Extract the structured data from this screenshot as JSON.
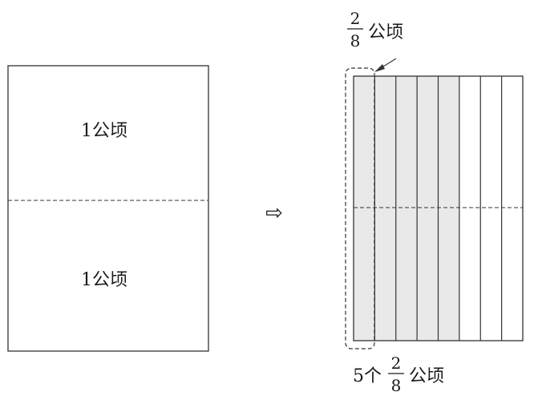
{
  "left_rect": {
    "top_label": "1公顷",
    "bottom_label": "1公顷"
  },
  "arrow_symbol": "⇨",
  "right_rect": {
    "columns_total": 8,
    "columns_shaded": 5,
    "highlight_label": {
      "numerator": "2",
      "denominator": "8",
      "unit": "公顷"
    },
    "bottom_label": {
      "prefix": "5个",
      "numerator": "2",
      "denominator": "8",
      "unit": "公顷"
    }
  },
  "colors": {
    "shade": "#e9e9e9",
    "line": "#333333"
  }
}
